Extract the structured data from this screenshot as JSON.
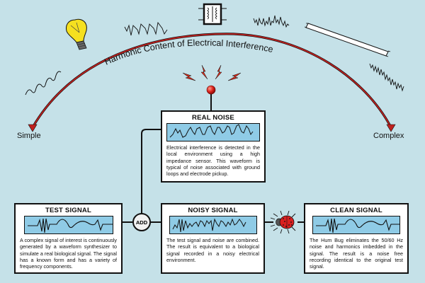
{
  "arc": {
    "title": "Harmonic Content of Electrical Interference",
    "left_label": "Simple",
    "right_label": "Complex",
    "color": "#c0201e"
  },
  "sources": [
    {
      "name": "incandescent-bulb",
      "icon": "light-bulb-icon"
    },
    {
      "name": "square-wave",
      "icon": "square-wave-icon"
    },
    {
      "name": "transformer",
      "icon": "transformer-icon"
    },
    {
      "name": "noisy-wave",
      "icon": "noisy-wave-icon"
    },
    {
      "name": "fluorescent-tube",
      "icon": "fluorescent-tube-icon"
    },
    {
      "name": "complex-wave",
      "icon": "complex-wave-icon"
    },
    {
      "name": "sine-wave",
      "icon": "sine-wave-icon"
    }
  ],
  "boxes": {
    "real_noise": {
      "title": "REAL NOISE",
      "text": "Electrical interference is detected in the local environment using a high impedance sensor.  This waveform is typical of noise associated with ground loops and electrode pickup."
    },
    "test_signal": {
      "title": "TEST SIGNAL",
      "text": "A complex signal of interest  is continuously generated by a waveform synthesizer to simulate a real biological signal. The signal has a known form and has a variety of frequency components."
    },
    "noisy_signal": {
      "title": "NOISY SIGNAL",
      "text": "The test signal and noise are combined. The result is equivalent to a biological signal recorded in a noisy electrical environment."
    },
    "clean_signal": {
      "title": "CLEAN SIGNAL",
      "text": "The Hum Bug eliminates the 50/60 Hz noise and harmonics imbedded in the signal.  The result is a noise free recording identical to the original test signal."
    }
  },
  "add_node": {
    "label": "ADD"
  },
  "colors": {
    "background": "#c5e1e8",
    "wave_panel": "#8fcbe6",
    "accent_red": "#c0201e",
    "bulb_yellow": "#f5e020"
  }
}
